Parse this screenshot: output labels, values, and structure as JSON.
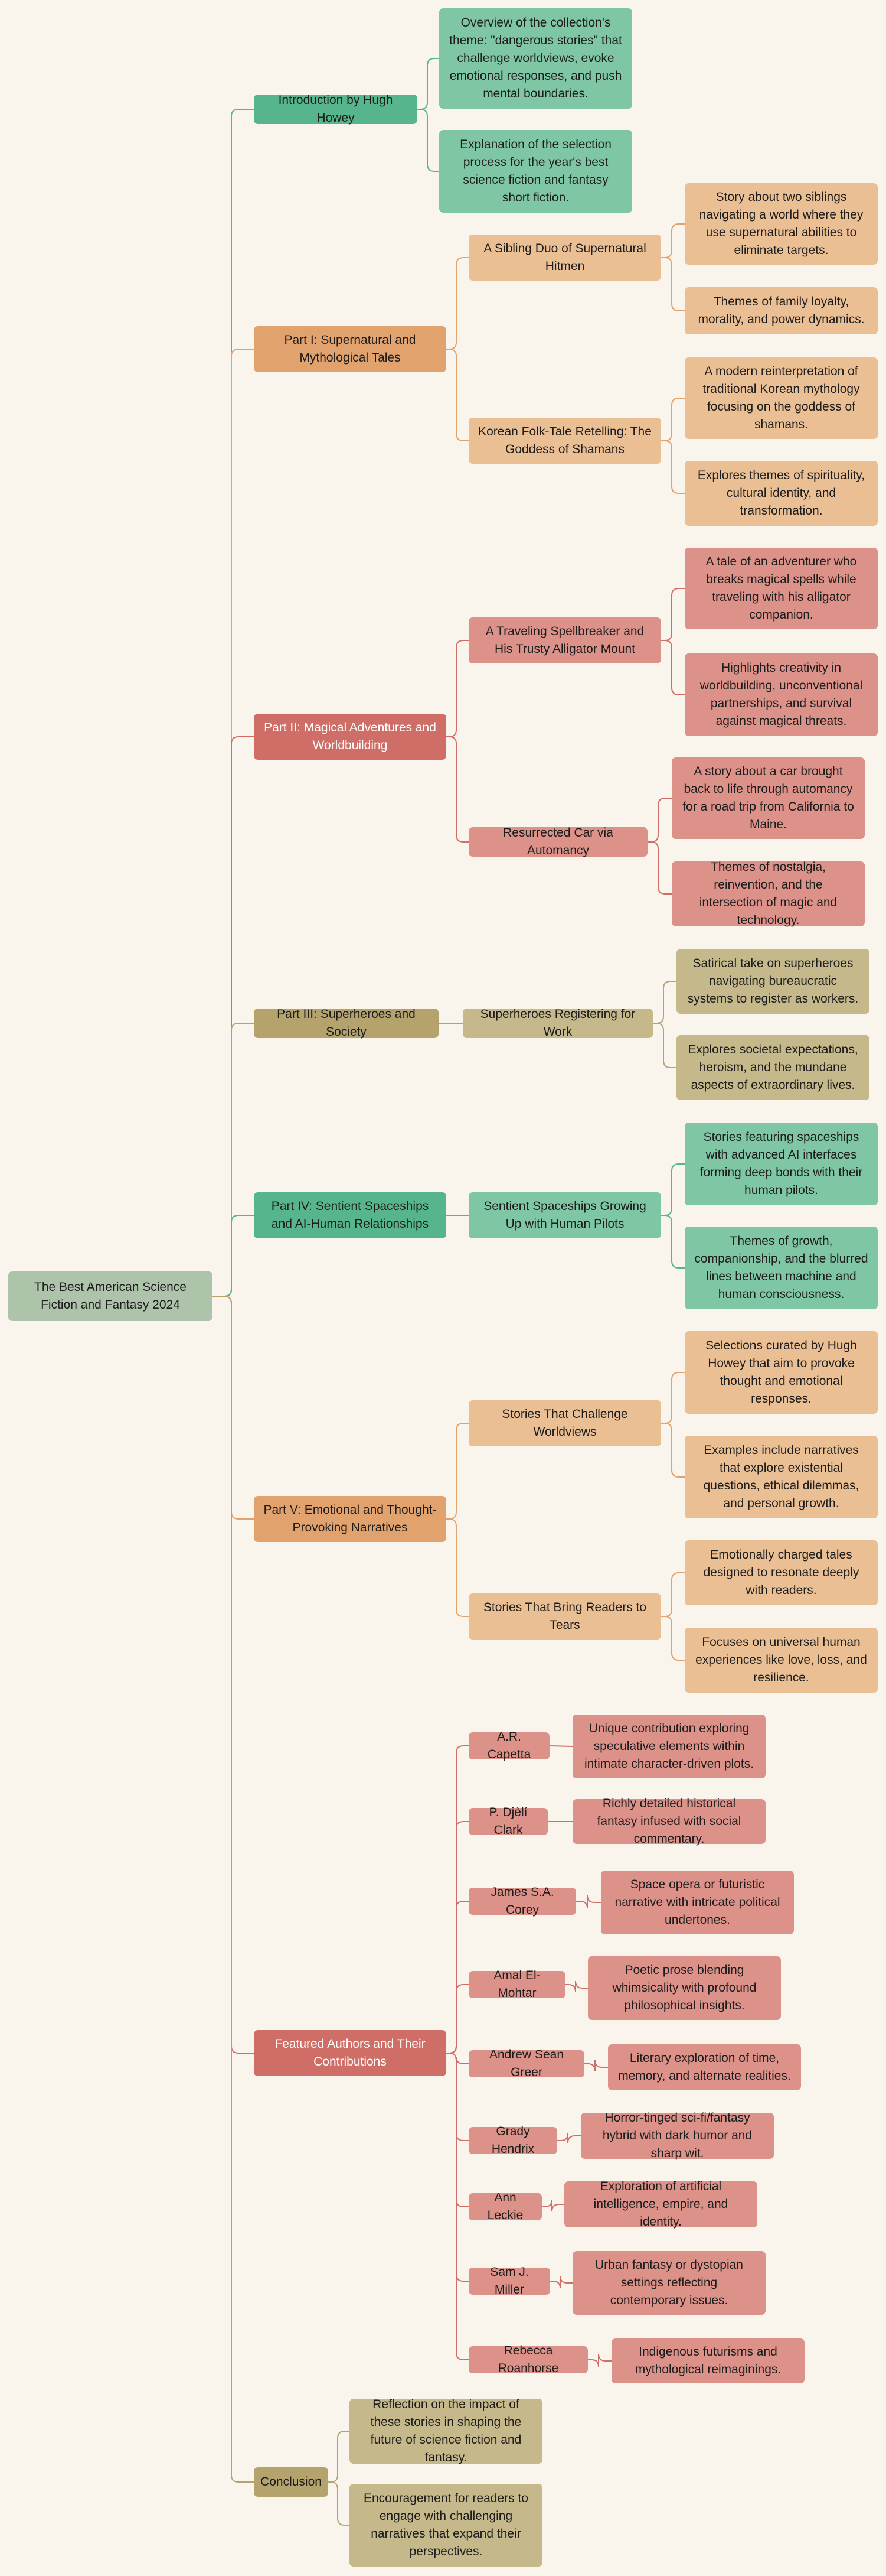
{
  "colors": {
    "background": "#f9f4ec",
    "root": "#aec4aa",
    "teal_strong": "#56b58c",
    "teal_soft": "#7fc6a4",
    "orange_strong": "#e2a26e",
    "orange_soft": "#ebbf94",
    "red_strong": "#cf6e66",
    "red_soft": "#dc9189",
    "olive_strong": "#b5a36e",
    "olive_soft": "#c5b88a"
  },
  "mindmap": {
    "root": "The Best American Science Fiction and Fantasy 2024",
    "branches": [
      {
        "label": "Introduction by Hugh Howey",
        "children": [
          {
            "label": "Overview of the collection's theme: \"dangerous stories\" that challenge worldviews, evoke emotional responses, and push mental boundaries."
          },
          {
            "label": "Explanation of the selection process for the year's best science fiction and fantasy short fiction."
          }
        ]
      },
      {
        "label": "Part I: Supernatural and Mythological Tales",
        "children": [
          {
            "label": "A Sibling Duo of Supernatural Hitmen",
            "children": [
              {
                "label": "Story about two siblings navigating a world where they use supernatural abilities to eliminate targets."
              },
              {
                "label": "Themes of family loyalty, morality, and power dynamics."
              }
            ]
          },
          {
            "label": "Korean Folk-Tale Retelling: The Goddess of Shamans",
            "children": [
              {
                "label": "A modern reinterpretation of traditional Korean mythology focusing on the goddess of shamans."
              },
              {
                "label": "Explores themes of spirituality, cultural identity, and transformation."
              }
            ]
          }
        ]
      },
      {
        "label": "Part II: Magical Adventures and Worldbuilding",
        "children": [
          {
            "label": "A Traveling Spellbreaker and His Trusty Alligator Mount",
            "children": [
              {
                "label": "A tale of an adventurer who breaks magical spells while traveling with his alligator companion."
              },
              {
                "label": "Highlights creativity in worldbuilding, unconventional partnerships, and survival against magical threats."
              }
            ]
          },
          {
            "label": "Resurrected Car via Automancy",
            "children": [
              {
                "label": "A story about a car brought back to life through automancy for a road trip from California to Maine."
              },
              {
                "label": "Themes of nostalgia, reinvention, and the intersection of magic and technology."
              }
            ]
          }
        ]
      },
      {
        "label": "Part III: Superheroes and Society",
        "children": [
          {
            "label": "Superheroes Registering for Work",
            "children": [
              {
                "label": "Satirical take on superheroes navigating bureaucratic systems to register as workers."
              },
              {
                "label": "Explores societal expectations, heroism, and the mundane aspects of extraordinary lives."
              }
            ]
          }
        ]
      },
      {
        "label": "Part IV: Sentient Spaceships and AI-Human Relationships",
        "children": [
          {
            "label": "Sentient Spaceships Growing Up with Human Pilots",
            "children": [
              {
                "label": "Stories featuring spaceships with advanced AI interfaces forming deep bonds with their human pilots."
              },
              {
                "label": "Themes of growth, companionship, and the blurred lines between machine and human consciousness."
              }
            ]
          }
        ]
      },
      {
        "label": "Part V: Emotional and Thought-Provoking Narratives",
        "children": [
          {
            "label": "Stories That Challenge Worldviews",
            "children": [
              {
                "label": "Selections curated by Hugh Howey that aim to provoke thought and emotional responses."
              },
              {
                "label": "Examples include narratives that explore existential questions, ethical dilemmas, and personal growth."
              }
            ]
          },
          {
            "label": "Stories That Bring Readers to Tears",
            "children": [
              {
                "label": "Emotionally charged tales designed to resonate deeply with readers."
              },
              {
                "label": "Focuses on universal human experiences like love, loss, and resilience."
              }
            ]
          }
        ]
      },
      {
        "label": "Featured Authors and Their Contributions",
        "children": [
          {
            "label": "A.R. Capetta",
            "children": [
              {
                "label": "Unique contribution exploring speculative elements within intimate character-driven plots."
              }
            ]
          },
          {
            "label": "P. Djèlí Clark",
            "children": [
              {
                "label": "Richly detailed historical fantasy infused with social commentary."
              }
            ]
          },
          {
            "label": "James S.A. Corey",
            "children": [
              {
                "label": "Space opera or futuristic narrative with intricate political undertones."
              }
            ]
          },
          {
            "label": "Amal El-Mohtar",
            "children": [
              {
                "label": "Poetic prose blending whimsicality with profound philosophical insights."
              }
            ]
          },
          {
            "label": "Andrew Sean Greer",
            "children": [
              {
                "label": "Literary exploration of time, memory, and alternate realities."
              }
            ]
          },
          {
            "label": "Grady Hendrix",
            "children": [
              {
                "label": "Horror-tinged sci-fi/fantasy hybrid with dark humor and sharp wit."
              }
            ]
          },
          {
            "label": "Ann Leckie",
            "children": [
              {
                "label": "Exploration of artificial intelligence, empire, and identity."
              }
            ]
          },
          {
            "label": "Sam J. Miller",
            "children": [
              {
                "label": "Urban fantasy or dystopian settings reflecting contemporary issues."
              }
            ]
          },
          {
            "label": "Rebecca Roanhorse",
            "children": [
              {
                "label": "Indigenous futurisms and mythological reimaginings."
              }
            ]
          }
        ]
      },
      {
        "label": "Conclusion",
        "children": [
          {
            "label": "Reflection on the impact of these stories in shaping the future of science fiction and fantasy."
          },
          {
            "label": "Encouragement for readers to engage with challenging narratives that expand their perspectives."
          }
        ]
      }
    ]
  }
}
